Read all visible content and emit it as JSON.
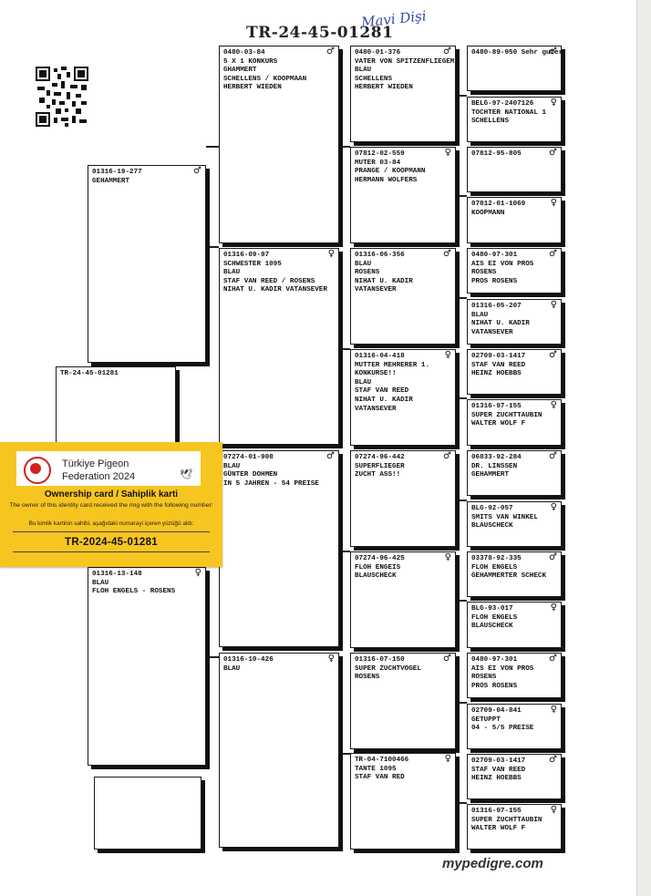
{
  "title": "TR-24-45-01281",
  "handwritten_note": "Mavi Dişi",
  "logo": "mypedigre.com",
  "card": {
    "federation_line1": "Türkiye Pigeon",
    "federation_line2": "Federation 2024",
    "title": "Ownership card / Sahiplik karti",
    "text_en": "The owner of this identity card received the ring with the following number:",
    "text_tr": "Bu kimlik kartinin sahibi, aşağıdaki numarayi içeren yüzüğü aldı:",
    "ring": "TR-2024-45-01281"
  },
  "pigeons": [
    {
      "id": "subject",
      "ring": "TR-24-45-01281",
      "sex": "",
      "lines": []
    },
    {
      "id": "sire",
      "ring": "01316-19-277",
      "sex": "♂",
      "lines": [
        "GEHAMMERT"
      ]
    },
    {
      "id": "dam",
      "ring": "01316-13-148",
      "sex": "♀",
      "lines": [
        "    BLAU",
        "FLOH ENGELS - ROSENS"
      ]
    },
    {
      "id": "ss",
      "ring": "0480-03-84",
      "sex": "♂",
      "lines": [
        "5 X 1 KONKURS",
        "GHAMMERT",
        "SCHELLENS / KOOPMAAN",
        "HERBERT WIEDEN"
      ]
    },
    {
      "id": "sd",
      "ring": "01316-09-97",
      "sex": "♀",
      "lines": [
        "SCHWESTER 1095",
        "BLAU",
        "STAF VAN REED / ROSENS",
        "NIHAT U. KADIR VATANSEVER"
      ]
    },
    {
      "id": "ds",
      "ring": "07274-01-908",
      "sex": "♂",
      "lines": [
        "BLAU",
        "GÜNTER DOHMEN",
        "IN 5 JAHREN - 54 PREISE"
      ]
    },
    {
      "id": "dd",
      "ring": "01316-10-426",
      "sex": "♀",
      "lines": [
        "BLAU"
      ]
    },
    {
      "id": "sss",
      "ring": "0480-01-376",
      "sex": "♂",
      "lines": [
        "VATER VON SPITZENFLIEGEM",
        "BLAU",
        "SCHELLENS",
        "HERBERT WIEDEN"
      ]
    },
    {
      "id": "ssd",
      "ring": "07812-02-559",
      "sex": "♀",
      "lines": [
        "MUTER 03-84",
        "PRANGE / KOOPMANN",
        "HERMANN WOLFERS"
      ]
    },
    {
      "id": "sds",
      "ring": "01316-06-356",
      "sex": "♂",
      "lines": [
        "BLAU",
        "ROSENS",
        "NIHAT U. KADIR",
        "VATANSEVER"
      ]
    },
    {
      "id": "sdd",
      "ring": "01316-04-418",
      "sex": "♀",
      "lines": [
        "MUTTER MEHRERER 1.",
        "KONKURSE!!",
        "   BLAU",
        "STAF VAN REED",
        "NIHAT U. KADIR",
        "VATANSEVER"
      ]
    },
    {
      "id": "dss",
      "ring": "07274-96-442",
      "sex": "♂",
      "lines": [
        "SUPERFLIEGER",
        "ZUCHT ASS!!"
      ]
    },
    {
      "id": "dsd",
      "ring": "07274-96-425",
      "sex": "♀",
      "lines": [
        "FLOH ENGEIS",
        "BLAUSCHECK"
      ]
    },
    {
      "id": "dds",
      "ring": "01316-07-150",
      "sex": "♂",
      "lines": [
        "SUPER ZUCHTVOGEL",
        "ROSENS"
      ]
    },
    {
      "id": "ddd",
      "ring": "TR-04-7100466",
      "sex": "♀",
      "lines": [
        "TANTE 1095",
        "STAF VAN RED"
      ]
    },
    {
      "id": "g1",
      "ring": "0480-89-950",
      "sex": "♂",
      "lines": [],
      "inline": "Sehr guter Zuchtvogel"
    },
    {
      "id": "g2",
      "ring": "BELG-97-2407126",
      "sex": "♀",
      "lines": [
        "TOCHTER NATIONAL 1",
        "SCHELLENS"
      ]
    },
    {
      "id": "g3",
      "ring": "07812-95-805",
      "sex": "♂",
      "lines": []
    },
    {
      "id": "g4",
      "ring": "07812-01-1069",
      "sex": "♀",
      "lines": [
        "KOOPMANN"
      ]
    },
    {
      "id": "g5",
      "ring": "0480-97-301",
      "sex": "♂",
      "lines": [
        "AIS EI VON   PROS",
        "ROSENS",
        "PROS ROSENS"
      ]
    },
    {
      "id": "g6",
      "ring": "01316-05-207",
      "sex": "♀",
      "lines": [
        "   BLAU",
        "NIHAT U. KADIR",
        "VATANSEVER"
      ]
    },
    {
      "id": "g7",
      "ring": "02709-03-1417",
      "sex": "♂",
      "lines": [
        "STAF VAN REED",
        "HEINZ HOEBBS"
      ]
    },
    {
      "id": "g8",
      "ring": "01316-97-155",
      "sex": "♀",
      "lines": [
        "SUPER ZUCHTTAUBIN",
        "WALTER WOLF F"
      ]
    },
    {
      "id": "g9",
      "ring": "06833-92-284",
      "sex": "♂",
      "lines": [
        "DR. LINSSEN",
        "GEHAMMERT"
      ]
    },
    {
      "id": "g10",
      "ring": "BLG-92-057",
      "sex": "♀",
      "lines": [
        "SMITS VAN WINKEL",
        "BLAUSCHECK"
      ]
    },
    {
      "id": "g11",
      "ring": "03378-92-335",
      "sex": "♂",
      "lines": [
        "FLOH ENGELS",
        "GEHAMMERTER SCHECK"
      ]
    },
    {
      "id": "g12",
      "ring": "BLG-93-017",
      "sex": "♀",
      "lines": [
        "FLOH ENGELS",
        "BLAUSCHECK"
      ]
    },
    {
      "id": "g13",
      "ring": "0480-97-301",
      "sex": "♂",
      "lines": [
        "AIS EI VON   PROS",
        "ROSENS",
        "PROS ROSENS"
      ]
    },
    {
      "id": "g14",
      "ring": "02709-04-841",
      "sex": "♀",
      "lines": [
        "GETUPPT",
        "04 - 5/5 PREISE"
      ]
    },
    {
      "id": "g15",
      "ring": "02709-03-1417",
      "sex": "♂",
      "lines": [
        "STAF VAN REED",
        "HEINZ HOEBBS"
      ]
    },
    {
      "id": "g16",
      "ring": "01316-97-155",
      "sex": "♀",
      "lines": [
        "SUPER ZUCHTTAUBIN",
        "WALTER WOLF F"
      ]
    },
    {
      "id": "blank",
      "ring": "",
      "sex": "",
      "lines": []
    }
  ]
}
